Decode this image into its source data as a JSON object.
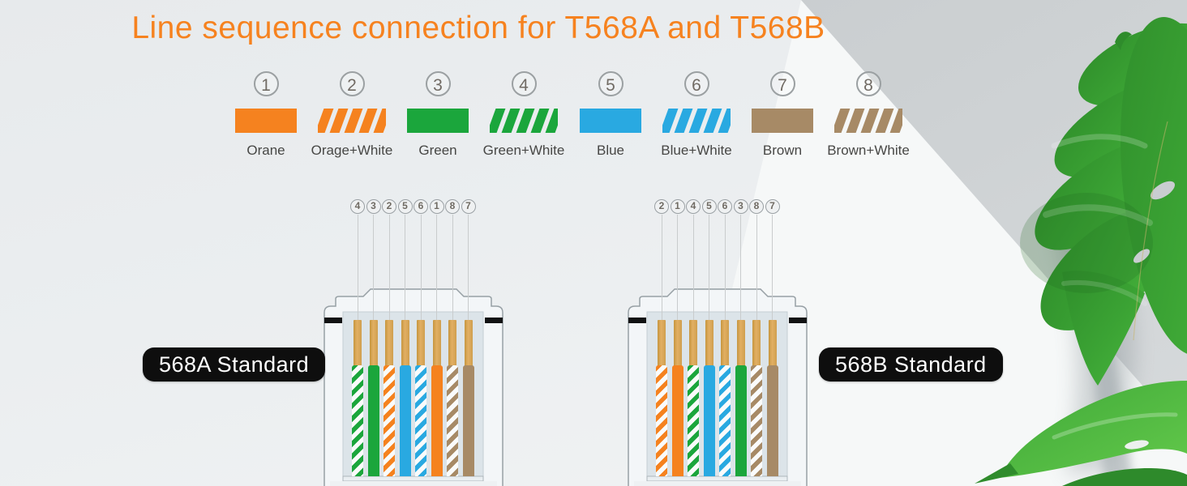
{
  "page": {
    "title": "Line sequence connection for T568A and T568B"
  },
  "palette": {
    "title_orange": "#F6821F",
    "orange": "#F5821F",
    "green": "#1BA63C",
    "blue": "#29A9E1",
    "brown": "#A78A66",
    "pin_gold": "#D9A75A",
    "stripe_white": "#FAFBFB",
    "pill_bg": "#0E0E0E"
  },
  "legend": {
    "items": [
      {
        "num": "1",
        "label": "Orane",
        "color_key": "orange",
        "striped": false
      },
      {
        "num": "2",
        "label": "Orage+White",
        "color_key": "orange",
        "striped": true
      },
      {
        "num": "3",
        "label": "Green",
        "color_key": "green",
        "striped": false
      },
      {
        "num": "4",
        "label": "Green+White",
        "color_key": "green",
        "striped": true
      },
      {
        "num": "5",
        "label": "Blue",
        "color_key": "blue",
        "striped": false
      },
      {
        "num": "6",
        "label": "Blue+White",
        "color_key": "blue",
        "striped": true
      },
      {
        "num": "7",
        "label": "Brown",
        "color_key": "brown",
        "striped": false
      },
      {
        "num": "8",
        "label": "Brown+White",
        "color_key": "brown",
        "striped": true
      }
    ]
  },
  "connectors": [
    {
      "id": "T568A",
      "label": "568A Standard",
      "pins": [
        "4",
        "3",
        "2",
        "5",
        "6",
        "1",
        "8",
        "7"
      ],
      "wires": [
        {
          "color_key": "green",
          "striped": true
        },
        {
          "color_key": "green",
          "striped": false
        },
        {
          "color_key": "orange",
          "striped": true
        },
        {
          "color_key": "blue",
          "striped": false
        },
        {
          "color_key": "blue",
          "striped": true
        },
        {
          "color_key": "orange",
          "striped": false
        },
        {
          "color_key": "brown",
          "striped": true
        },
        {
          "color_key": "brown",
          "striped": false
        }
      ]
    },
    {
      "id": "T568B",
      "label": "568B Standard",
      "pins": [
        "2",
        "1",
        "4",
        "5",
        "6",
        "3",
        "8",
        "7"
      ],
      "wires": [
        {
          "color_key": "orange",
          "striped": true
        },
        {
          "color_key": "orange",
          "striped": false
        },
        {
          "color_key": "green",
          "striped": true
        },
        {
          "color_key": "blue",
          "striped": false
        },
        {
          "color_key": "blue",
          "striped": true
        },
        {
          "color_key": "green",
          "striped": false
        },
        {
          "color_key": "brown",
          "striped": true
        },
        {
          "color_key": "brown",
          "striped": false
        }
      ]
    }
  ]
}
